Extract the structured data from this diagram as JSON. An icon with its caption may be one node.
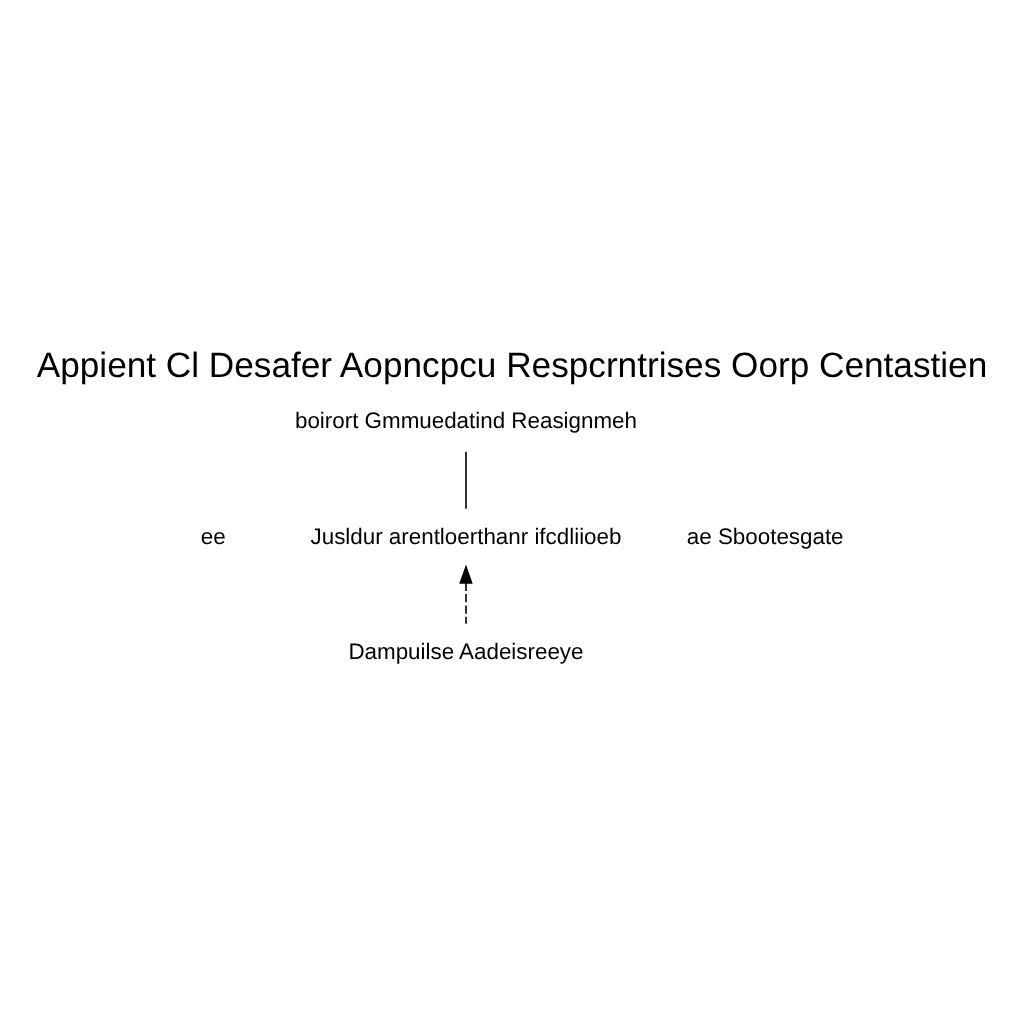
{
  "diagram": {
    "title": "Appient Cl Desafer Aopncpcu Respcrntrises Oorp Centastien",
    "nodes": [
      {
        "text": [
          "boirort Gmmuedatind Reasignmeh"
        ]
      },
      {
        "text": [
          "Jusldur arentloerthanr ifcdliioeb"
        ]
      },
      {
        "text": [
          "ae Sbootesgate"
        ]
      },
      {
        "text": [
          "Dampuilse Aadeisreeye"
        ]
      }
    ],
    "edges": [
      {
        "from": 0,
        "to": 1,
        "arrow": "none"
      },
      {
        "from": 3,
        "to": 1,
        "arrow": "to",
        "style": "dashed"
      }
    ],
    "labels": [
      "ee"
    ]
  }
}
